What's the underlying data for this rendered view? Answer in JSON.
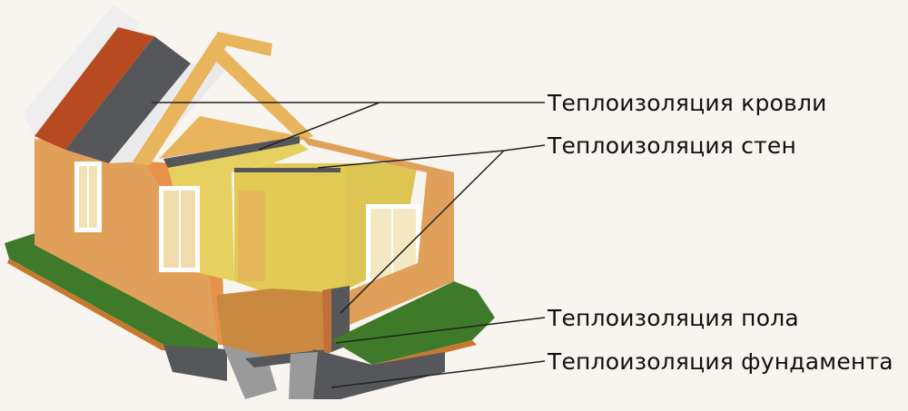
{
  "diagram": {
    "subject": "house-cutaway",
    "labels": [
      {
        "id": "roof",
        "text": "Теплоизоляция кровли"
      },
      {
        "id": "walls",
        "text": "Теплоизоляция стен"
      },
      {
        "id": "floor",
        "text": "Теплоизоляция пола"
      },
      {
        "id": "foundation",
        "text": "Теплоизоляция фундамента"
      }
    ],
    "colors": {
      "background": "#f8f4ef",
      "exterior_wall": "#e0a05a",
      "interior_wall": "#e6d060",
      "roof_tiles": "#b84a22",
      "insulation": "#55575a",
      "timber": "#e8b45c",
      "grass": "#3f7a2a",
      "concrete": "#9a9a9a",
      "leader_line": "#222222"
    }
  }
}
